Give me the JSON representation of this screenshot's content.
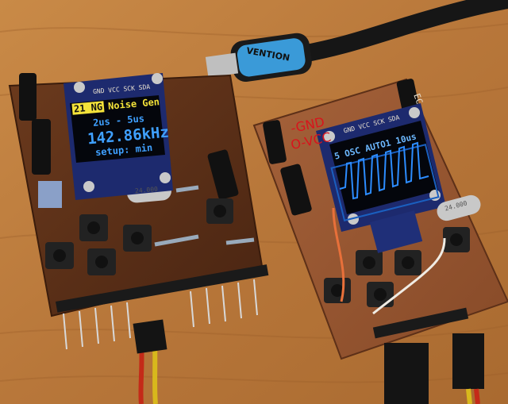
{
  "left_board": {
    "oled": {
      "header_mode": "21 NG",
      "header_title": "Noise Gen",
      "range": "2us - 5us",
      "frequency": "142.86kHz",
      "setup": "setup: min"
    },
    "oled_pins": "GND VCC SCK SDA",
    "crystal": "24.000"
  },
  "right_board": {
    "handwritten_1": "-GND",
    "handwritten_2": "O-VCC",
    "oled": {
      "header": "5 OSC AUTO1 10us"
    },
    "oled_pins": "GND VCC SCK SDA",
    "crystal": "24.000",
    "silk_text": "EC"
  },
  "cable": {
    "brand": "VENTION"
  },
  "colors": {
    "table": "#b9783b",
    "pcb": "#5a3018",
    "oled_blue": "#3fa0ff",
    "oled_yellow": "#f4e33a",
    "cable_blue": "#3a9ad8"
  }
}
